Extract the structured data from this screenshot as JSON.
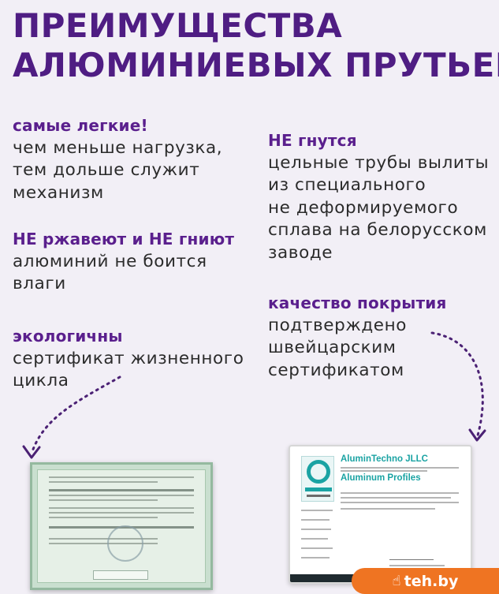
{
  "title": {
    "line1": "ПРЕИМУЩЕСТВА",
    "line2": "АЛЮМИНИЕВЫХ ПРУТЬЕВ"
  },
  "features": {
    "lightest": {
      "heading": "самые легкие!",
      "lines": [
        "чем меньше нагрузка,",
        "тем дольше служит",
        "механизм"
      ]
    },
    "no_rust": {
      "heading": "НЕ ржавеют и НЕ гниют",
      "lines": [
        "алюминий не боится",
        "влаги"
      ]
    },
    "eco": {
      "heading": "экологичны",
      "lines": [
        "сертификат жизненного",
        "цикла"
      ]
    },
    "no_bend": {
      "heading": "НЕ гнутся",
      "lines": [
        "цельные трубы вылиты",
        "из специального",
        "не деформируемого",
        "сплава на белорусском",
        "заводе"
      ]
    },
    "coating": {
      "heading": "качество покрытия",
      "lines": [
        "подтверждено",
        "швейцарским",
        "сертификатом"
      ]
    }
  },
  "certificate_swiss": {
    "company": "AluminTechno JLLC",
    "product": "Aluminum Profiles"
  },
  "watermark": {
    "label": "teh.by",
    "icon": "hand-pointer-icon"
  },
  "colors": {
    "title": "#4f1d83",
    "heading": "#5a1f8d",
    "text": "#2b2b2b",
    "background": "#f2eff6",
    "arrow": "#4b2174",
    "badge": "#ef7422",
    "cert_accent": "#1aa3a3"
  }
}
